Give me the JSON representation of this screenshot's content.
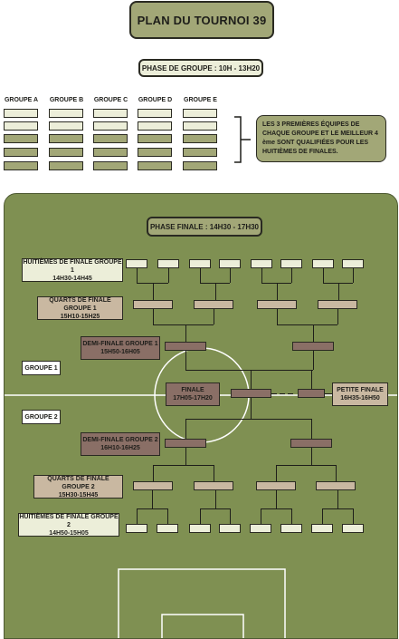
{
  "title": "PLAN DU TOURNOI 39",
  "group_phase": "PHASE DE GROUPE : 10H - 13H20",
  "groups": [
    "GROUPE A",
    "GROUPE B",
    "GROUPE C",
    "GROUPE D",
    "GROUPE E"
  ],
  "qualification_note": "LES 3 PREMIÈRES ÉQUIPES DE CHAQUE GROUPE ET LE MEILLEUR 4 ème SONT QUALIFIÉES POUR LES HUITIÈMES DE FINALES.",
  "final_phase": "PHASE FINALE : 14H30 - 17H30",
  "rounds": {
    "r16_g1": {
      "name": "HUITIÈMES DE FINALE GROUPE 1",
      "time": "14H30-14H45"
    },
    "qf_g1": {
      "name": "QUARTS DE FINALE GROUPE 1",
      "time": "15H10-15H25"
    },
    "sf_g1": {
      "name": "DEMI-FINALE GROUPE 1",
      "time": "15H50-16H05"
    },
    "group1": "GROUPE 1",
    "final": {
      "name": "FINALE",
      "time": "17H05-17H20"
    },
    "third": {
      "name": "PETITE FINALE",
      "time": "16H35-16H50"
    },
    "group2": "GROUPE 2",
    "sf_g2": {
      "name": "DEMI-FINALE GROUPE 2",
      "time": "16H10-16H25"
    },
    "qf_g2": {
      "name": "QUARTS DE FINALE GROUPE 2",
      "time": "15H30-15H45"
    },
    "r16_g2": {
      "name": "HUITIÈMES DE FINALE GROUPE 2",
      "time": "14H50-15H05"
    }
  },
  "colors": {
    "olive": "#a2a777",
    "cream": "#eceed9",
    "field": "#7f9052",
    "tan": "#c9b8a1",
    "brown": "#8a6f66"
  }
}
